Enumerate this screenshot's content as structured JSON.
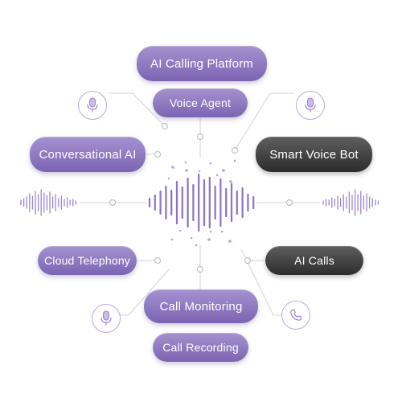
{
  "nodes": {
    "ai_calling_platform": "AI Calling Platform",
    "voice_agent": "Voice Agent",
    "conversational_ai": "Conversational AI",
    "smart_voice_bot": "Smart Voice Bot",
    "cloud_telephony": "Cloud Telephony",
    "ai_calls": "AI Calls",
    "call_monitoring": "Call Monitoring",
    "call_recording": "Call Recording"
  },
  "icons": [
    "microphone-icon",
    "microphone-icon",
    "microphone-icon",
    "phone-icon"
  ],
  "colors": {
    "purple_top": "#a592cf",
    "purple_bottom": "#7b64b2",
    "dark_top": "#5f5f5f",
    "dark_bottom": "#2c2c2c",
    "wave_accent": "#8a73c8",
    "connector": "#cfcfd6"
  }
}
